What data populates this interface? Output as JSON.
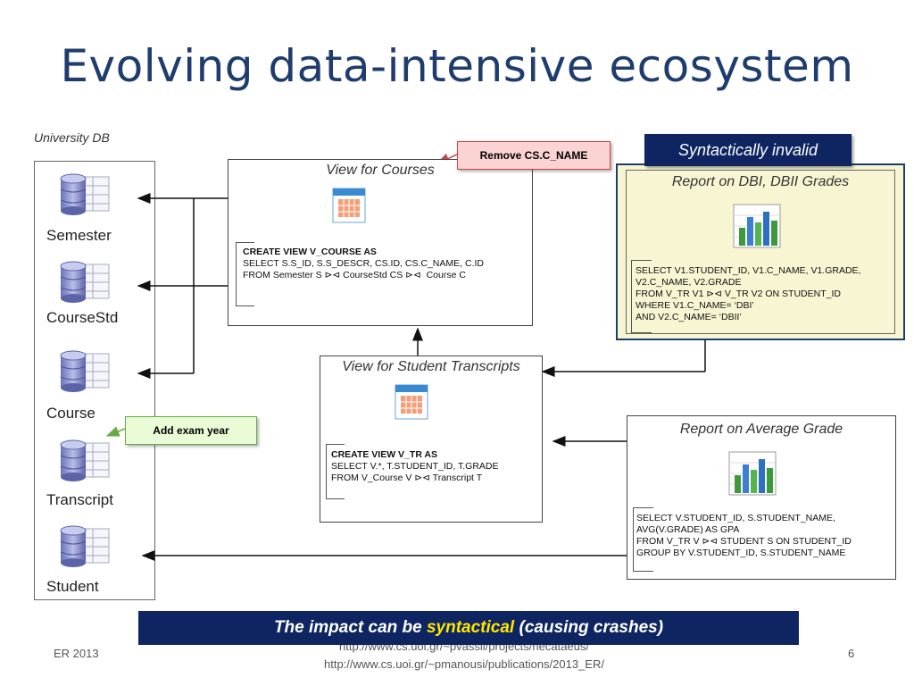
{
  "title": "Evolving data-intensive ecosystem",
  "db": {
    "label": "University DB",
    "tables": [
      "Semester",
      "CourseStd",
      "Course",
      "Transcript",
      "Student"
    ]
  },
  "view_courses": {
    "title": "View for Courses",
    "sql_line1": "CREATE VIEW V_COURSE AS",
    "sql_line2": "SELECT S.S_ID, S.S_DESCR, CS.ID, CS.C_NAME, C.ID",
    "sql_line3": "FROM Semester S ⊳⊲ CourseStd CS ⊳⊲  Course C"
  },
  "view_transcripts": {
    "title": "View for Student Transcripts",
    "sql_line1": "CREATE VIEW V_TR AS",
    "sql_line2": "SELECT V.*, T.STUDENT_ID, T.GRADE",
    "sql_line3": "FROM V_Course V ⊳⊲ Transcript T"
  },
  "report_dbi": {
    "title": "Report on DBI, DBII Grades",
    "sql_line1": "SELECT V1.STUDENT_ID, V1.C_NAME, V1.GRADE,",
    "sql_line2": "V2.C_NAME, V2.GRADE",
    "sql_line3": "FROM V_TR V1 ⊳⊲ V_TR V2 ON STUDENT_ID",
    "sql_line4": "WHERE V1.C_NAME= ‘DBI’",
    "sql_line5": "AND V2.C_NAME= ‘DBII’"
  },
  "report_avg": {
    "title": "Report on Average Grade",
    "sql_line1": "SELECT V.STUDENT_ID, S.STUDENT_NAME,",
    "sql_line2": "AVG(V.GRADE) AS GPA",
    "sql_line3": "FROM V_TR V ⊳⊲ STUDENT S ON STUDENT_ID",
    "sql_line4": "GROUP BY V.STUDENT_ID, S.STUDENT_NAME"
  },
  "callouts": {
    "remove": "Remove CS.C_NAME",
    "add": "Add exam year",
    "invalid": "Syntactically invalid"
  },
  "banner": {
    "prefix": "The impact can be ",
    "highlight": "syntactical",
    "suffix": " (causing crashes)"
  },
  "footer": {
    "left": "ER 2013",
    "url1": "http://www.cs.uoi.gr/~pvassil/projects/hecataeus/",
    "url2": "http://www.cs.uoi.gr/~pmanousi/publications/2013_ER/",
    "page": "6"
  },
  "colors": {
    "title": "#1f3c6e",
    "navy": "#0f2561",
    "highlight": "#ffe600"
  }
}
